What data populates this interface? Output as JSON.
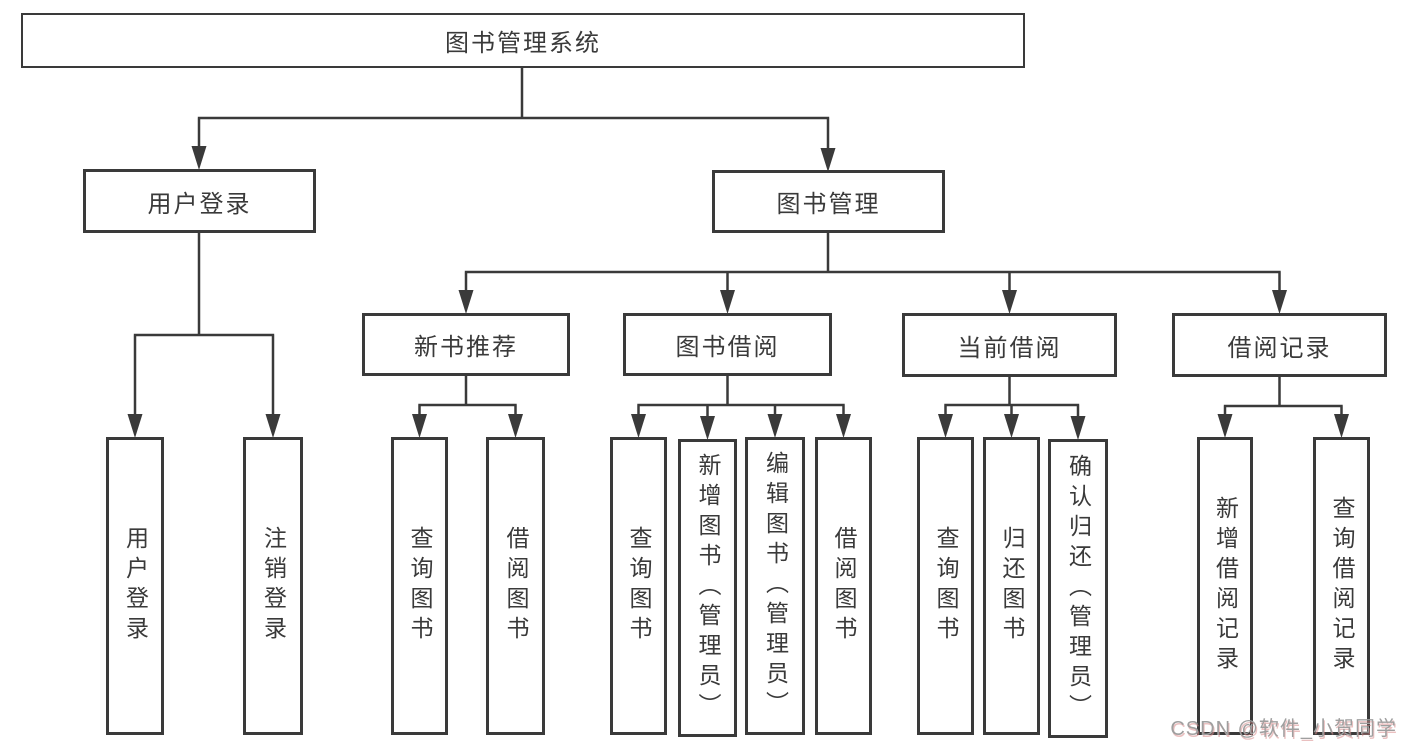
{
  "colors": {
    "line": "#3a3a3a",
    "box_border": "#3a3a3a",
    "text": "#3a3a3a",
    "background": "#ffffff",
    "watermark": "#9f9f9f",
    "watermark_accent": "#d98c8c"
  },
  "diagram": {
    "root": {
      "label": "图书管理系统"
    },
    "branches": [
      {
        "label": "用户登录",
        "children": [
          {
            "label": "用户登录"
          },
          {
            "label": "注销登录"
          }
        ]
      },
      {
        "label": "图书管理",
        "children": [
          {
            "label": "新书推荐",
            "children": [
              {
                "label": "查询图书"
              },
              {
                "label": "借阅图书"
              }
            ]
          },
          {
            "label": "图书借阅",
            "children": [
              {
                "label": "查询图书"
              },
              {
                "label": "新增图书（管理员）"
              },
              {
                "label": "编辑图书（管理员）"
              },
              {
                "label": "借阅图书"
              }
            ]
          },
          {
            "label": "当前借阅",
            "children": [
              {
                "label": "查询图书"
              },
              {
                "label": "归还图书"
              },
              {
                "label": "确认归还（管理员）"
              }
            ]
          },
          {
            "label": "借阅记录",
            "children": [
              {
                "label": "新增借阅记录"
              },
              {
                "label": "查询借阅记录"
              }
            ]
          }
        ]
      }
    ]
  },
  "watermark": {
    "text": "CSDN @软件_小贺同学"
  }
}
